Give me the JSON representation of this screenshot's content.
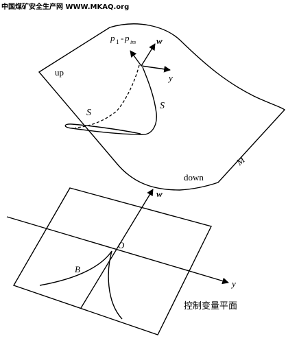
{
  "watermark": "中国煤矿安全生产网 WWW.MKAQ.org",
  "surface": {
    "label_up": "up",
    "label_down": "down",
    "label_M": "M",
    "label_S_left": "S",
    "label_S_right": "S",
    "label_p1": "p",
    "label_p1_sub": "1",
    "label_dash": "-",
    "label_pim": "p",
    "label_pim_sub": "im",
    "axis_w": "w",
    "axis_y": "y"
  },
  "plane": {
    "axis_w": "w",
    "axis_y": "y",
    "origin": "O",
    "curve_B": "B",
    "caption": "控制变量平面"
  }
}
